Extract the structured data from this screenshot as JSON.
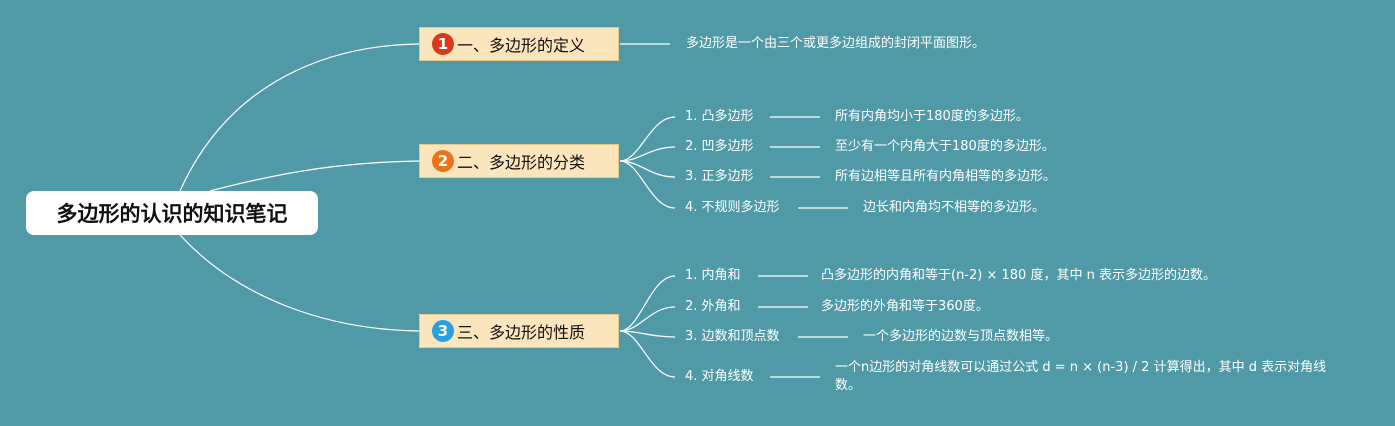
{
  "root": {
    "label": "多边形的认识的知识笔记"
  },
  "colors": {
    "background": "#4f9aa6",
    "topic_fill": "#fbe5bd",
    "badge_red": "#d93a1c",
    "badge_orange": "#ec7319",
    "badge_blue": "#2a9fdb"
  },
  "topics": [
    {
      "number": "1",
      "label": "一、多边形的定义",
      "badge_color": "#d93a1c",
      "description": "多边形是一个由三个或更多边组成的封闭平面图形。"
    },
    {
      "number": "2",
      "label": "二、多边形的分类",
      "badge_color": "#ec7319",
      "items": [
        {
          "label": "1. 凸多边形",
          "description": "所有内角均小于180度的多边形。"
        },
        {
          "label": "2. 凹多边形",
          "description": "至少有一个内角大于180度的多边形。"
        },
        {
          "label": "3. 正多边形",
          "description": "所有边相等且所有内角相等的多边形。"
        },
        {
          "label": "4. 不规则多边形",
          "description": "边长和内角均不相等的多边形。"
        }
      ]
    },
    {
      "number": "3",
      "label": "三、多边形的性质",
      "badge_color": "#2a9fdb",
      "items": [
        {
          "label": "1. 内角和",
          "description": "凸多边形的内角和等于(n-2) × 180 度，其中 n 表示多边形的边数。"
        },
        {
          "label": "2. 外角和",
          "description": "多边形的外角和等于360度。"
        },
        {
          "label": "3. 边数和顶点数",
          "description": "一个多边形的边数与顶点数相等。"
        },
        {
          "label": "4. 对角线数",
          "description": "一个n边形的对角线数可以通过公式 d = n × (n-3) / 2 计算得出，其中 d 表示对角线数。"
        }
      ]
    }
  ]
}
